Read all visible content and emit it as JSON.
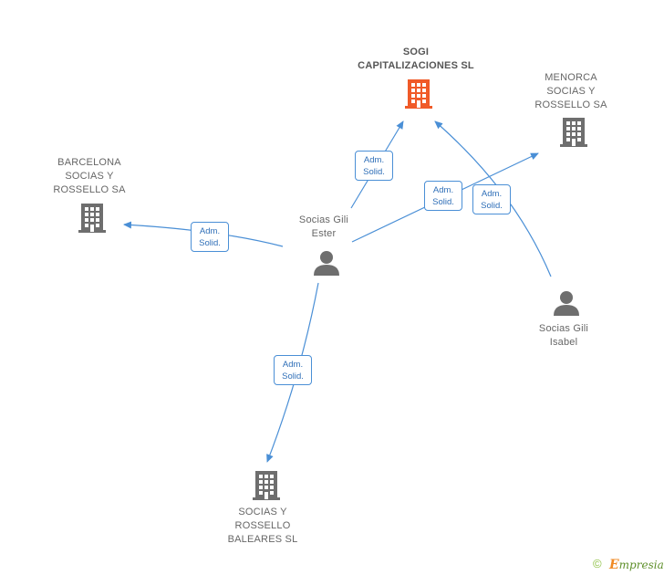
{
  "diagram": {
    "nodes": {
      "sogi": {
        "lines": [
          "SOGI",
          "CAPITALIZACIONES SL"
        ],
        "type": "company",
        "color": "#f05a28",
        "highlight": true
      },
      "menorca": {
        "lines": [
          "MENORCA",
          "SOCIAS Y",
          "ROSSELLO SA"
        ],
        "type": "company",
        "color": "#6e6e6e"
      },
      "barcelona": {
        "lines": [
          "BARCELONA",
          "SOCIAS Y",
          "ROSSELLO SA"
        ],
        "type": "company",
        "color": "#6e6e6e"
      },
      "baleares": {
        "lines": [
          "SOCIAS Y",
          "ROSSELLO",
          "BALEARES SL"
        ],
        "type": "company",
        "color": "#6e6e6e"
      },
      "ester": {
        "lines": [
          "Socias Gili",
          "Ester"
        ],
        "type": "person",
        "color": "#6e6e6e"
      },
      "isabel": {
        "lines": [
          "Socias Gili",
          "Isabel"
        ],
        "type": "person",
        "color": "#6e6e6e"
      }
    },
    "edges": [
      {
        "from": "ester",
        "to": "sogi",
        "label": [
          "Adm.",
          "Solid."
        ]
      },
      {
        "from": "ester",
        "to": "menorca",
        "label": [
          "Adm.",
          "Solid."
        ]
      },
      {
        "from": "ester",
        "to": "barcelona",
        "label": [
          "Adm.",
          "Solid."
        ]
      },
      {
        "from": "ester",
        "to": "baleares",
        "label": [
          "Adm.",
          "Solid."
        ]
      },
      {
        "from": "isabel",
        "to": "sogi",
        "label": [
          "Adm.",
          "Solid."
        ]
      }
    ],
    "edge_color": "#4a8fd6"
  },
  "footer": {
    "copyright_symbol": "©",
    "brand_initial": "E",
    "brand_rest": "mpresia"
  }
}
